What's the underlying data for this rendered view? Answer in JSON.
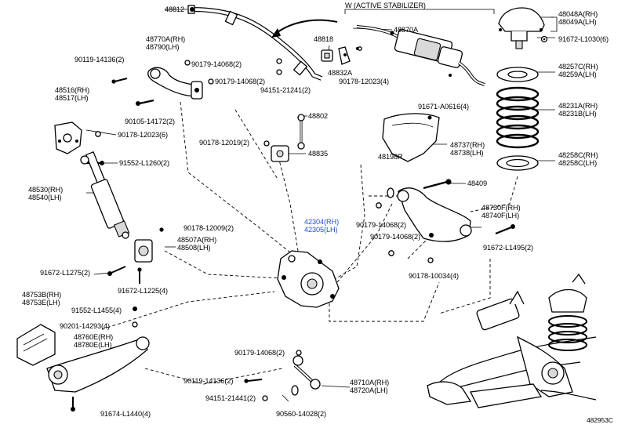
{
  "diagram_id": "482953C",
  "active_stabilizer_label": "W (ACTIVE STABILIZER)",
  "labels": {
    "p48812": "48812",
    "p48818": "48818",
    "p48870A": "48870A",
    "p48048A": [
      "48048A(RH)",
      "48049A(LH)"
    ],
    "p48770A": [
      "48770A(RH)",
      "48790(LH)"
    ],
    "p90119_14136_top": "90119-14136(2)",
    "p90179_14068_a": "90179-14068(2)",
    "p90179_14068_b": "90179-14068(2)",
    "p48832A": "48832A",
    "p90178_12023_4": "90178-12023(4)",
    "p91672_L1030": "91672-L1030(6)",
    "p94151_21241_2a": "94151-21241(2)",
    "p48257C": [
      "48257C(RH)",
      "48259A(LH)"
    ],
    "p48516": [
      "48516(RH)",
      "48517(LH)"
    ],
    "p90105_14172": "90105-14172(2)",
    "p48802": "48802",
    "p91671_A0616": "91671-A0616(4)",
    "p48231A": [
      "48231A(RH)",
      "48231B(LH)"
    ],
    "p90178_12023_6": "90178-12023(6)",
    "p90178_12019": "90178-12019(2)",
    "p48737": [
      "48737(RH)",
      "48738(LH)"
    ],
    "p48835": "48835",
    "p91552_L1260": "91552-L1260(2)",
    "p48198R": "48198R",
    "p48258C": [
      "48258C(RH)",
      "48258C(LH)"
    ],
    "p48409": "48409",
    "p48530": [
      "48530(RH)",
      "48540(LH)"
    ],
    "p42304": [
      "42304(RH)",
      "42305(LH)"
    ],
    "p48730F": [
      "48730F(RH)",
      "48740F(LH)"
    ],
    "p90178_12009": "90178-12009(2)",
    "p48507A": [
      "48507A(RH)",
      "48508(LH)"
    ],
    "p90179_14068_c": "90179-14068(2)",
    "p90179_14068_d": "90179-14068(2)",
    "p91672_L1495": "91672-L1495(2)",
    "p91672_L1275": "91672-L1275(2)",
    "p90178_10034": "90178-10034(4)",
    "p91672_L1225": "91672-L1225(4)",
    "p48753B": [
      "48753B(RH)",
      "48753E(LH)"
    ],
    "p91552_L1455": "91552-L1455(4)",
    "p90201_14293": "90201-14293(4)",
    "p48760E": [
      "48760E(RH)",
      "48780E(LH)"
    ],
    "p90179_14068_e": "90179-14068(2)",
    "p90119_14136_bot": "90119-14136(2)",
    "p48710A": [
      "48710A(RH)",
      "48720A(LH)"
    ],
    "p94151_21441": "94151-21441(2)",
    "p90560_14028": "90560-14028(2)",
    "p91674_L1440": "91674-L1440(4)"
  }
}
